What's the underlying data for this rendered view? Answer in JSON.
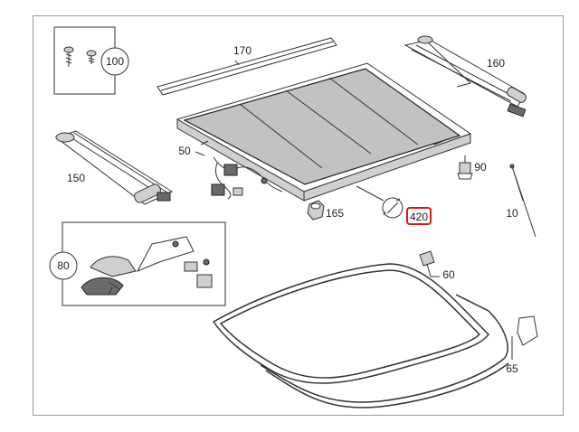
{
  "callouts": {
    "p10": "10",
    "p50": "50",
    "p60": "60",
    "p65": "65",
    "p80": "80",
    "p90": "90",
    "p100": "100",
    "p150": "150",
    "p160": "160",
    "p165": "165",
    "p170": "170",
    "p420": "420"
  },
  "highlight": {
    "part": "420",
    "color": "#e0141e"
  }
}
